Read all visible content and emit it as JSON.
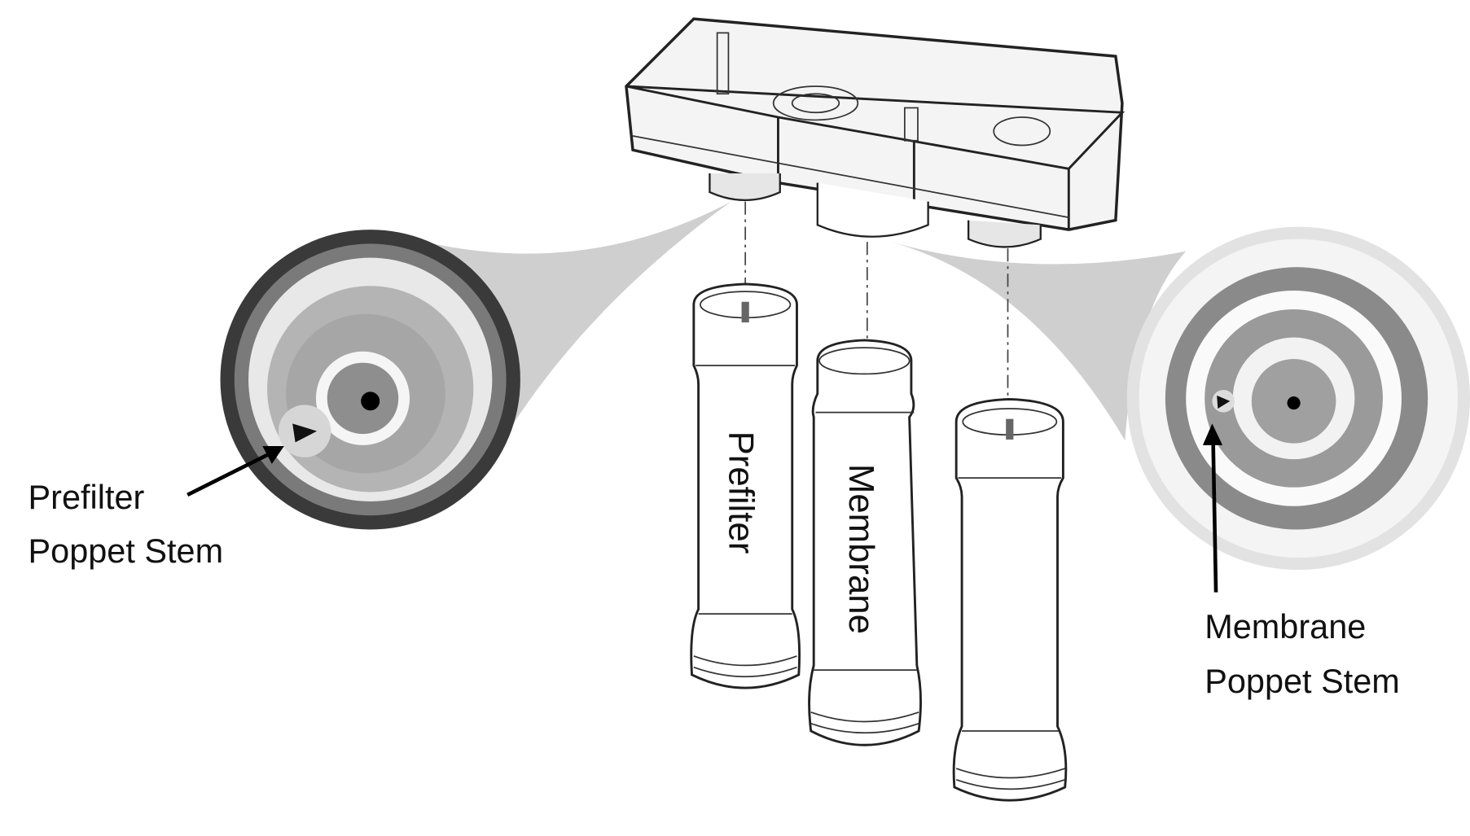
{
  "labels": {
    "prefilter_callout_line1": "Prefilter",
    "prefilter_callout_line2": "Poppet Stem",
    "membrane_callout_line1": "Membrane",
    "membrane_callout_line2": "Poppet Stem"
  },
  "filters": {
    "left": "Prefilter",
    "center": "Membrane"
  },
  "colors": {
    "cone": "#cfcfcf",
    "line": "#222222"
  }
}
